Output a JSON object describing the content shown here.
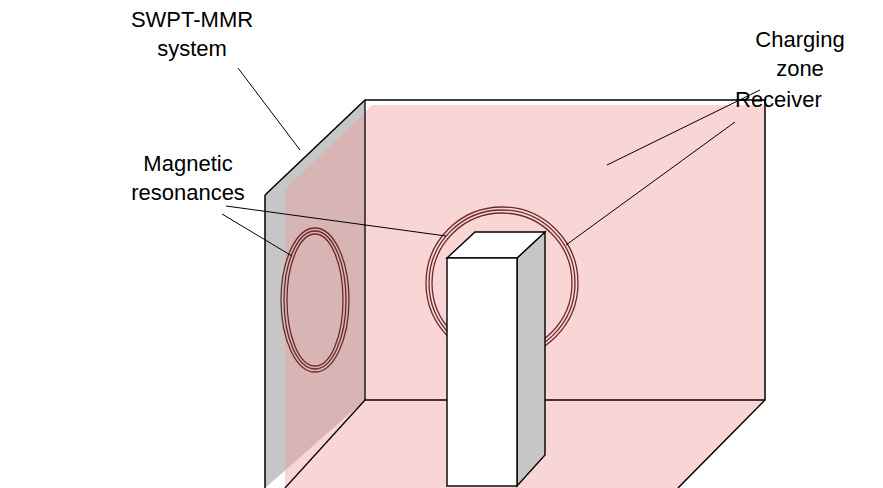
{
  "diagram": {
    "labels": [
      "SWPT-MMR system",
      "Magnetic resonances",
      "Charging zone",
      "Receiver"
    ]
  }
}
